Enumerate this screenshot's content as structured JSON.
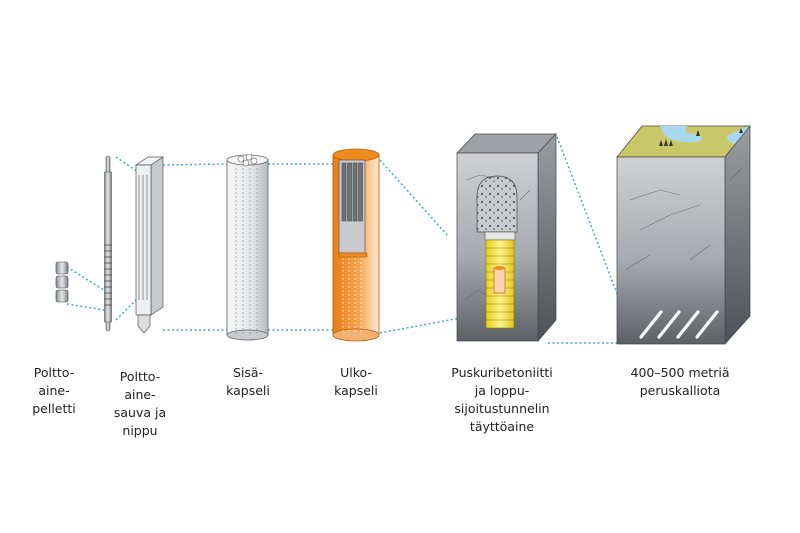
{
  "title": "Nuclear fuel disposal components",
  "components": [
    {
      "id": "pellet",
      "label": "Poltto-\naine-\npelletti"
    },
    {
      "id": "rod-bundle",
      "label": "Poltto-\naine-\nsauva ja\nnippu"
    },
    {
      "id": "inner-capsule",
      "label": "Sisä-\nkapseli"
    },
    {
      "id": "outer-capsule",
      "label": "Ulko-\nkapseli"
    },
    {
      "id": "buffer-backfill",
      "label": "Puskuribetoniitti\nja loppu-\nsijoitustunnelin\ntäyttöaine"
    },
    {
      "id": "bedrock",
      "label": "400–500 metriä\nperuskalliota"
    }
  ],
  "colors": {
    "connector": "#3fa9d6",
    "capsule_copper": "#f08a1c",
    "rock": "#8e9196",
    "buffer": "#f5e23c",
    "surface": "#c9c76a",
    "water": "#a9d8ee"
  }
}
